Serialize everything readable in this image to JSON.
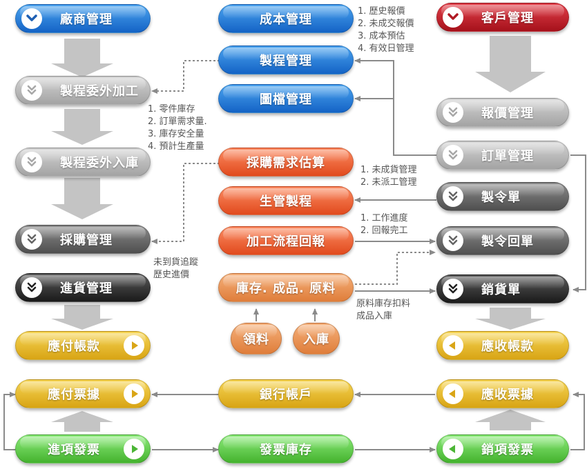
{
  "nodes": {
    "vendor_mgmt": "廠商管理",
    "outsource_process": "製程委外加工",
    "outsource_inbound": "製程委外入庫",
    "purchase_mgmt": "採購管理",
    "goods_receipt": "進貨管理",
    "accounts_payable": "應付帳款",
    "notes_payable": "應付票據",
    "purchase_invoice": "進項發票",
    "cost_mgmt": "成本管理",
    "process_mgmt": "製程管理",
    "drawing_mgmt": "圖檔管理",
    "purchase_demand": "採購需求估算",
    "production_process": "生管製程",
    "process_report": "加工流程回報",
    "inventory": "庫存. 成品. 原料",
    "material_issue": "領料",
    "stock_in": "入庫",
    "bank_account": "銀行帳戶",
    "invoice_stock": "發票庫存",
    "customer_mgmt": "客戶管理",
    "quote_mgmt": "報價管理",
    "order_mgmt": "訂單管理",
    "work_order": "製令單",
    "work_order_return": "製令回單",
    "sales_slip": "銷貨單",
    "accounts_receivable": "應收帳款",
    "notes_receivable": "應收票據",
    "sales_invoice": "銷項發票"
  },
  "notes": {
    "cost": [
      "1. 歷史報價",
      "2. 未成交報價",
      "3. 成本預估",
      "4. 有效日管理"
    ],
    "parts": [
      "1. 零件庫存",
      "2. 訂單需求量.",
      "3. 庫存安全量",
      "4. 預計生產量"
    ],
    "order": [
      "1. 未成貨管理",
      "2. 未派工管理"
    ],
    "work": [
      "1. 工作進度",
      "2. 回報完工"
    ],
    "tracking": [
      "未到貨追蹤",
      "歷史進價"
    ],
    "stock": [
      "原料庫存扣料",
      "成品入庫"
    ]
  },
  "colors": {
    "blue": "#1f76d8",
    "red": "#c0202a",
    "grey": "#b5b5b5",
    "dark_grey": "#6a6a6a",
    "black": "#2a2a2a",
    "orange": "#f2662f",
    "yellow": "#e7bb24",
    "green": "#5ccc44",
    "connector": "#8a8a8a",
    "block_arrow": "#c4c4c4"
  },
  "icons": [
    "chevron-down-icon",
    "play-icon",
    "back-icon"
  ]
}
